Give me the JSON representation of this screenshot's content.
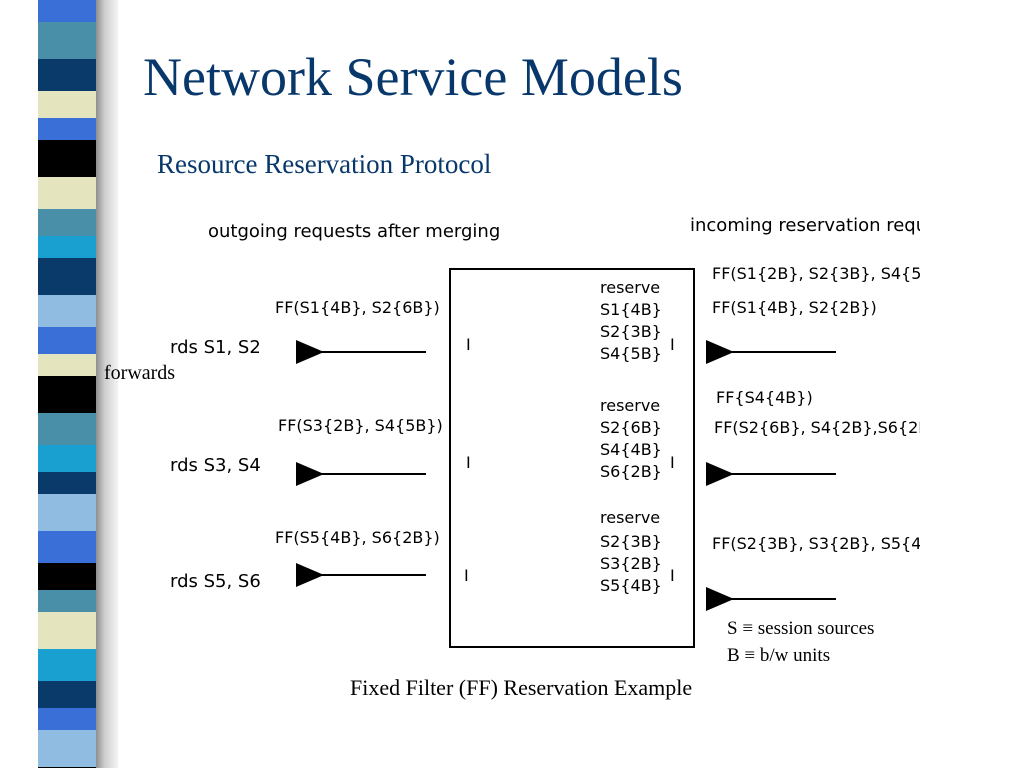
{
  "slide": {
    "title": "Network Service Models",
    "subtitle": "Resource Reservation Protocol",
    "caption": "Fixed Filter (FF) Reservation Example",
    "forwards_label": "forwards",
    "legend": [
      "S ≡ session sources",
      "B ≡ b/w units"
    ],
    "colors": {
      "title": "#08386b",
      "stripes": [
        "#3a6fd8",
        "#4a8fa8",
        "#0a3a6a",
        "#e4e4bf",
        "#1aa0d0",
        "#8fbce0",
        "#000000",
        "#2a4f7f"
      ]
    }
  },
  "diagram": {
    "left_heading": "outgoing requests after merging",
    "right_heading": "incoming reservation reque",
    "rows": [
      {
        "outgoing": "FF(S1{4B}, S2{6B})",
        "forward_to": "rds S1, S2",
        "reserve": [
          "reserve",
          "S1{4B}",
          "S2{3B}",
          "S4{5B}"
        ],
        "incoming": [
          "FF(S1{2B}, S2{3B}, S4{5",
          "FF(S1{4B}, S2{2B})"
        ]
      },
      {
        "outgoing": "FF(S3{2B}, S4{5B})",
        "forward_to": "rds S3, S4",
        "reserve": [
          "reserve",
          "S2{6B}",
          "S4{4B}",
          "S6{2B}"
        ],
        "incoming": [
          "FF{S4{4B})",
          "FF(S2{6B}, S4{2B},S6{2I"
        ]
      },
      {
        "outgoing": "FF(S5{4B}, S6{2B})",
        "forward_to": "rds S5, S6",
        "reserve": [
          "reserve",
          "S2{3B}",
          "S3{2B}",
          "S5{4B}"
        ],
        "incoming": [
          "FF(S2{3B}, S3{2B}, S5{4"
        ]
      }
    ],
    "interface_marks": [
      "I",
      "I",
      "I",
      "I",
      "I",
      "I"
    ]
  }
}
